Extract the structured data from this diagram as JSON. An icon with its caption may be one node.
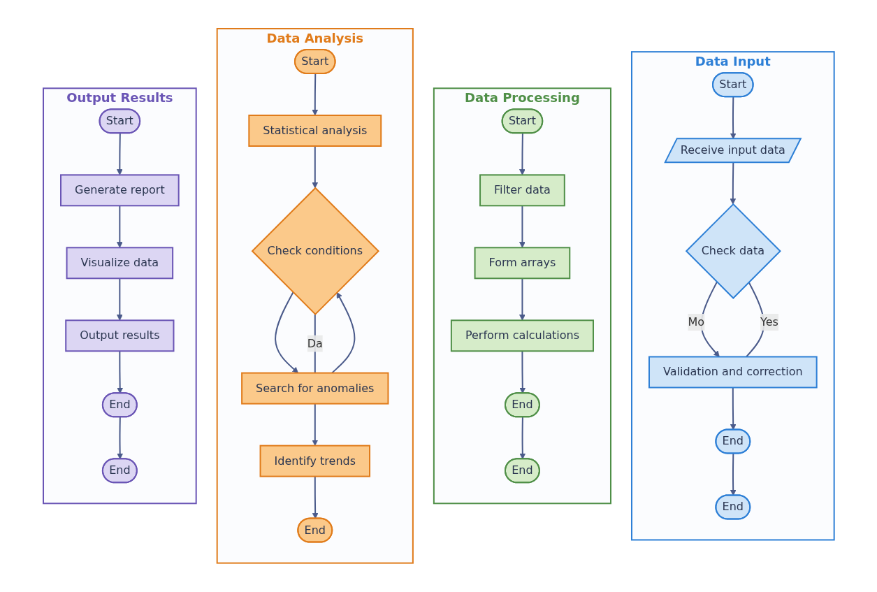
{
  "diagram": {
    "nodes": [
      {
        "text": [
          "Data Input"
        ]
      },
      {
        "text": [
          "Start"
        ],
        "in": 0
      },
      {
        "text": [
          "Receive input data"
        ],
        "in": 0
      },
      {
        "text": [
          "Check data"
        ],
        "in": 0
      },
      {
        "text": [
          "Validation and correction"
        ],
        "in": 0
      },
      {
        "text": [
          "End"
        ],
        "in": 0
      },
      {
        "text": [
          "End"
        ],
        "in": 0
      },
      {
        "text": [
          "Data Processing"
        ]
      },
      {
        "text": [
          "Start"
        ],
        "in": 7
      },
      {
        "text": [
          "Filter data"
        ],
        "in": 7
      },
      {
        "text": [
          "Form arrays"
        ],
        "in": 7
      },
      {
        "text": [
          "Perform calculations"
        ],
        "in": 7
      },
      {
        "text": [
          "End"
        ],
        "in": 7
      },
      {
        "text": [
          "End"
        ],
        "in": 7
      },
      {
        "text": [
          "Data Analysis"
        ]
      },
      {
        "text": [
          "Start"
        ],
        "in": 14
      },
      {
        "text": [
          "Statistical analysis"
        ],
        "in": 14
      },
      {
        "text": [
          "Check conditions"
        ],
        "in": 14
      },
      {
        "text": [
          "Search for anomalies"
        ],
        "in": 14
      },
      {
        "text": [
          "Identify trends"
        ],
        "in": 14
      },
      {
        "text": [
          "End"
        ],
        "in": 14
      },
      {
        "text": [
          "Output Results"
        ]
      },
      {
        "text": [
          "Start"
        ],
        "in": 21
      },
      {
        "text": [
          "Generate report"
        ],
        "in": 21
      },
      {
        "text": [
          "Visualize data"
        ],
        "in": 21
      },
      {
        "text": [
          "Output results"
        ],
        "in": 21
      },
      {
        "text": [
          "End"
        ],
        "in": 21
      },
      {
        "text": [
          "End"
        ],
        "in": 21
      }
    ],
    "edges": [
      {
        "from": 1,
        "to": 2,
        "arrow": "to"
      },
      {
        "from": 2,
        "to": 3,
        "arrow": "to"
      },
      {
        "from": 3,
        "to": 4,
        "arrow": "to",
        "label": "Mo"
      },
      {
        "from": 3,
        "to": 4,
        "arrow": "none",
        "label": "Yes"
      },
      {
        "from": 4,
        "to": 5,
        "arrow": "to"
      },
      {
        "from": 5,
        "to": 6,
        "arrow": "to"
      },
      {
        "from": 8,
        "to": 9,
        "arrow": "to"
      },
      {
        "from": 9,
        "to": 10,
        "arrow": "to"
      },
      {
        "from": 10,
        "to": 11,
        "arrow": "to"
      },
      {
        "from": 11,
        "to": 12,
        "arrow": "to"
      },
      {
        "from": 12,
        "to": 13,
        "arrow": "to"
      },
      {
        "from": 15,
        "to": 16,
        "arrow": "to"
      },
      {
        "from": 16,
        "to": 17,
        "arrow": "to"
      },
      {
        "from": 17,
        "to": 18,
        "arrow": "to"
      },
      {
        "from": 18,
        "to": 17,
        "arrow": "to"
      },
      {
        "from": 17,
        "to": 18,
        "arrow": "none",
        "label": "Da"
      },
      {
        "from": 18,
        "to": 19,
        "arrow": "to"
      },
      {
        "from": 19,
        "to": 20,
        "arrow": "to"
      },
      {
        "from": 22,
        "to": 23,
        "arrow": "to"
      },
      {
        "from": 23,
        "to": 24,
        "arrow": "to"
      },
      {
        "from": 24,
        "to": 25,
        "arrow": "to"
      },
      {
        "from": 25,
        "to": 26,
        "arrow": "to"
      },
      {
        "from": 26,
        "to": 27,
        "arrow": "to"
      }
    ]
  }
}
